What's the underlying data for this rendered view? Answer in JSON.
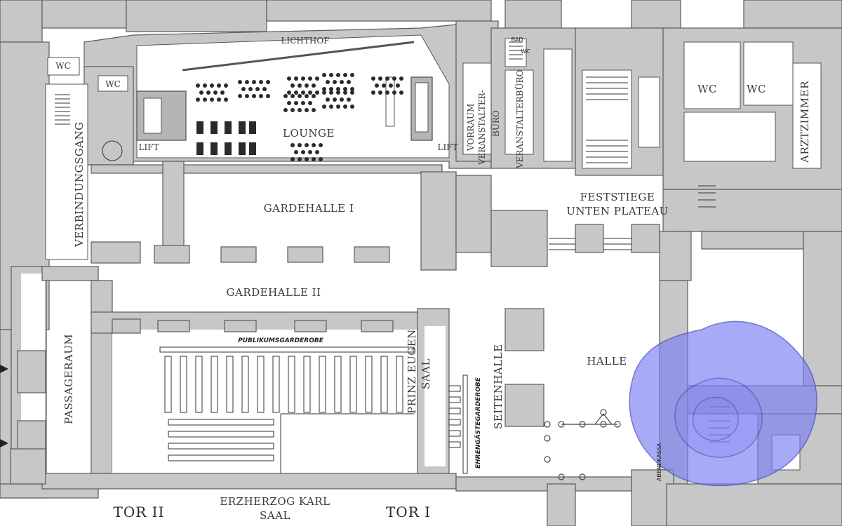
{
  "rooms": {
    "lichthof": "LICHTHOF",
    "lounge": "LOUNGE",
    "lift_left": "LIFT",
    "lift_right": "LIFT",
    "wc_top_left": "WC",
    "wc_left": "WC",
    "bad": "BAD",
    "wc_small": "WC",
    "wc_right_1": "WC",
    "wc_right_2": "WC",
    "arztzimmer": "ARZTZIMMER",
    "verbindungsgang": "VERBINDUNGSGANG",
    "vorraum_1": "VORRAUM",
    "vorraum_2": "VERANSTALTER-",
    "vorraum_3": "BÜRO",
    "veranstalterburo": "VERANSTALTERBÜRO",
    "feststiege_1": "FESTSTIEGE",
    "feststiege_2": "UNTEN PLATEAU",
    "gardehalle_1": "GARDEHALLE I",
    "gardehalle_2": "GARDEHALLE II",
    "passageraum": "PASSAGERAUM",
    "publikumsgarderobe": "PUBLIKUMSGARDEROBE",
    "prinz_eugen_1": "PRINZ EUGEN",
    "prinz_eugen_2": "SAAL",
    "ehrengastegarderobe": "EHRENGÄSTEGARDEROBE",
    "seitenhalle": "SEITENHALLE",
    "halle": "HALLE",
    "abendkassa": "ABENDKASSA",
    "erzherzog_1": "ERZHERZOG KARL",
    "erzherzog_2": "SAAL",
    "tor_2": "TOR II",
    "tor_1": "TOR I"
  },
  "decoration": {
    "rose_color": "#7b7ff2",
    "rose_icon": "rose-icon",
    "entrance_arrow_icon": "triangle-right-icon"
  }
}
